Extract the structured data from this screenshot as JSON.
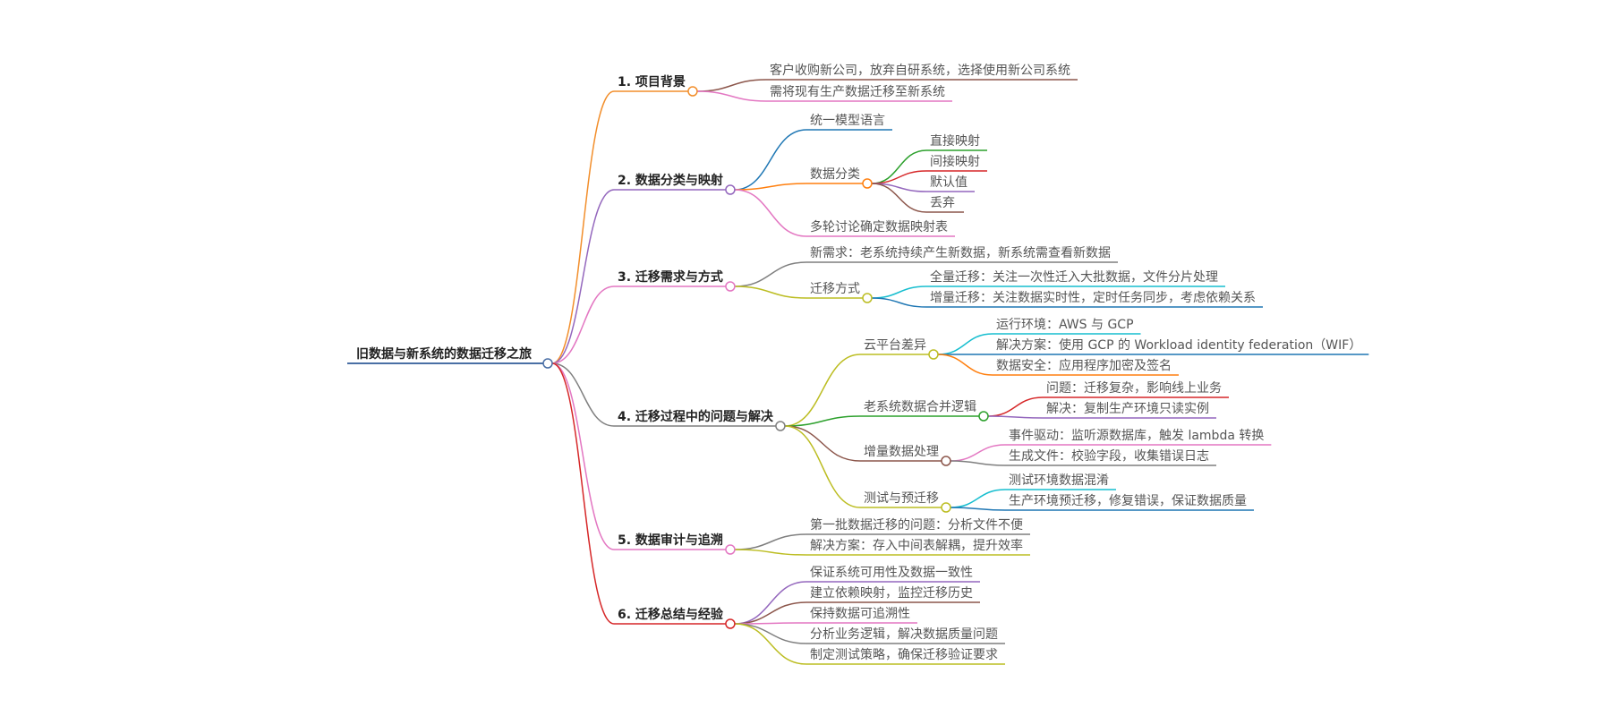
{
  "root": "旧数据与新系统的数据迁移之旅",
  "branches": [
    {
      "label": "1. 项目背景",
      "color": "#f28e2b",
      "children": [
        {
          "label": "客户收购新公司，放弃自研系统，选择使用新公司系统",
          "color": "#8c564b"
        },
        {
          "label": "需将现有生产数据迁移至新系统",
          "color": "#e377c2"
        }
      ]
    },
    {
      "label": "2. 数据分类与映射",
      "color": "#9467bd",
      "children": [
        {
          "label": "统一模型语言",
          "color": "#1f77b4"
        },
        {
          "label": "数据分类",
          "color": "#ff7f0e",
          "children": [
            {
              "label": "直接映射",
              "color": "#2ca02c"
            },
            {
              "label": "间接映射",
              "color": "#d62728"
            },
            {
              "label": "默认值",
              "color": "#9467bd"
            },
            {
              "label": "丢弃",
              "color": "#8c564b"
            }
          ]
        },
        {
          "label": "多轮讨论确定数据映射表",
          "color": "#e377c2"
        }
      ]
    },
    {
      "label": "3. 迁移需求与方式",
      "color": "#e377c2",
      "children": [
        {
          "label": "新需求：老系统持续产生新数据，新系统需查看新数据",
          "color": "#7f7f7f"
        },
        {
          "label": "迁移方式",
          "color": "#bcbd22",
          "children": [
            {
              "label": "全量迁移：关注一次性迁入大批数据，文件分片处理",
              "color": "#17becf"
            },
            {
              "label": "增量迁移：关注数据实时性，定时任务同步，考虑依赖关系",
              "color": "#1f77b4"
            }
          ]
        }
      ]
    },
    {
      "label": "4. 迁移过程中的问题与解决",
      "color": "#7f7f7f",
      "children": [
        {
          "label": "云平台差异",
          "color": "#bcbd22",
          "children": [
            {
              "label": "运行环境：AWS 与 GCP",
              "color": "#17becf"
            },
            {
              "label": "解决方案：使用 GCP 的 Workload identity federation（WIF）",
              "color": "#1f77b4"
            },
            {
              "label": "数据安全：应用程序加密及签名",
              "color": "#ff7f0e"
            }
          ]
        },
        {
          "label": "老系统数据合并逻辑",
          "color": "#2ca02c",
          "children": [
            {
              "label": "问题：迁移复杂，影响线上业务",
              "color": "#d62728"
            },
            {
              "label": "解决：复制生产环境只读实例",
              "color": "#9467bd"
            }
          ]
        },
        {
          "label": "增量数据处理",
          "color": "#8c564b",
          "children": [
            {
              "label": "事件驱动：监听源数据库，触发 lambda 转换",
              "color": "#e377c2"
            },
            {
              "label": "生成文件：校验字段，收集错误日志",
              "color": "#7f7f7f"
            }
          ]
        },
        {
          "label": "测试与预迁移",
          "color": "#bcbd22",
          "children": [
            {
              "label": "测试环境数据混淆",
              "color": "#17becf"
            },
            {
              "label": "生产环境预迁移，修复错误，保证数据质量",
              "color": "#1f77b4"
            }
          ]
        }
      ]
    },
    {
      "label": "5. 数据审计与追溯",
      "color": "#e377c2",
      "children": [
        {
          "label": "第一批数据迁移的问题：分析文件不便",
          "color": "#7f7f7f"
        },
        {
          "label": "解决方案：存入中间表解耦，提升效率",
          "color": "#bcbd22"
        }
      ]
    },
    {
      "label": "6. 迁移总结与经验",
      "color": "#d62728",
      "children": [
        {
          "label": "保证系统可用性及数据一致性",
          "color": "#9467bd"
        },
        {
          "label": "建立依赖映射，监控迁移历史",
          "color": "#8c564b"
        },
        {
          "label": "保持数据可追溯性",
          "color": "#e377c2"
        },
        {
          "label": "分析业务逻辑，解决数据质量问题",
          "color": "#7f7f7f"
        },
        {
          "label": "制定测试策略，确保迁移验证要求",
          "color": "#bcbd22"
        }
      ]
    }
  ]
}
